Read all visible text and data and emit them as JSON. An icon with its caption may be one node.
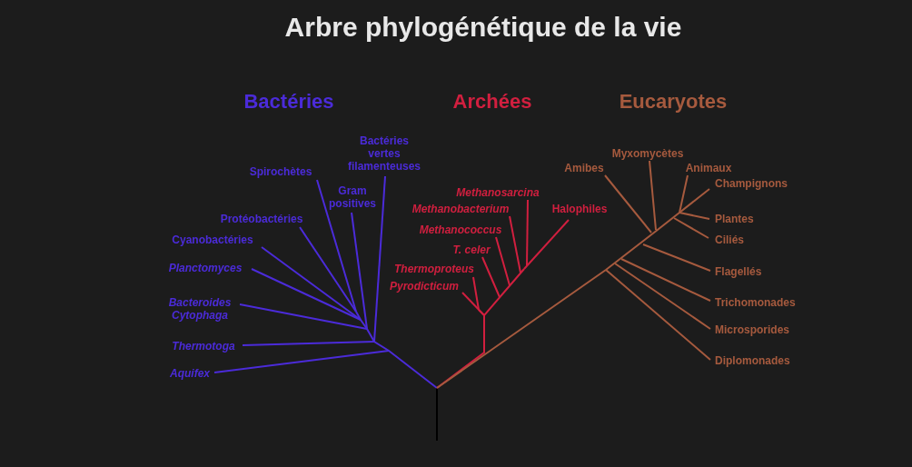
{
  "diagram": {
    "title": "Arbre phylogénétique de la vie",
    "nodes": [
      {
        "text": [
          "Bactéries vertes filamenteuses"
        ]
      },
      {
        "text": [
          "Spirochètes"
        ]
      },
      {
        "text": [
          "Gram positives"
        ]
      },
      {
        "text": [
          "Protéobactéries"
        ]
      },
      {
        "text": [
          "Cyanobactéries"
        ]
      },
      {
        "text": [
          "Planctomyces"
        ]
      },
      {
        "text": [
          "Bacteroides Cytophaga"
        ]
      },
      {
        "text": [
          "Thermotoga"
        ]
      },
      {
        "text": [
          "Aquifex"
        ]
      },
      {
        "text": [
          "Methanosarcina"
        ]
      },
      {
        "text": [
          "Methanobacterium"
        ]
      },
      {
        "text": [
          "Halophiles"
        ]
      },
      {
        "text": [
          "Methanococcus"
        ]
      },
      {
        "text": [
          "T. celer"
        ]
      },
      {
        "text": [
          "Thermoproteus"
        ]
      },
      {
        "text": [
          "Pyrodicticum"
        ]
      },
      {
        "text": [
          "Myxomycètes"
        ]
      },
      {
        "text": [
          "Amibes"
        ]
      },
      {
        "text": [
          "Animaux"
        ]
      },
      {
        "text": [
          "Champignons"
        ]
      },
      {
        "text": [
          "Plantes"
        ]
      },
      {
        "text": [
          "Ciliés"
        ]
      },
      {
        "text": [
          "Flagellés"
        ]
      },
      {
        "text": [
          "Trichomonades"
        ]
      },
      {
        "text": [
          "Microsporides"
        ]
      },
      {
        "text": [
          "Diplomonades"
        ]
      }
    ],
    "edges": [
      {
        "from": null,
        "to": 0,
        "arrow": "none",
        "color": "#4b2bd9"
      },
      {
        "from": null,
        "to": 1,
        "arrow": "none",
        "color": "#4b2bd9"
      },
      {
        "from": null,
        "to": 2,
        "arrow": "none",
        "color": "#4b2bd9"
      },
      {
        "from": null,
        "to": 3,
        "arrow": "none",
        "color": "#4b2bd9"
      },
      {
        "from": null,
        "to": 4,
        "arrow": "none",
        "color": "#4b2bd9"
      },
      {
        "from": null,
        "to": 5,
        "arrow": "none",
        "color": "#4b2bd9"
      },
      {
        "from": null,
        "to": 6,
        "arrow": "none",
        "color": "#4b2bd9"
      },
      {
        "from": null,
        "to": 7,
        "arrow": "none",
        "color": "#4b2bd9"
      },
      {
        "from": null,
        "to": 8,
        "arrow": "none",
        "color": "#4b2bd9"
      },
      {
        "from": null,
        "to": 9,
        "arrow": "none",
        "color": "#d11f3f"
      },
      {
        "from": null,
        "to": 10,
        "arrow": "none",
        "color": "#d11f3f"
      },
      {
        "from": null,
        "to": 11,
        "arrow": "none",
        "color": "#d11f3f"
      },
      {
        "from": null,
        "to": 12,
        "arrow": "none",
        "color": "#d11f3f"
      },
      {
        "from": null,
        "to": 13,
        "arrow": "none",
        "color": "#d11f3f"
      },
      {
        "from": null,
        "to": 14,
        "arrow": "none",
        "color": "#d11f3f"
      },
      {
        "from": null,
        "to": 15,
        "arrow": "none",
        "color": "#d11f3f"
      },
      {
        "from": null,
        "to": 16,
        "arrow": "none"
      },
      {
        "from": null,
        "to": 17,
        "arrow": "none"
      },
      {
        "from": null,
        "to": 18,
        "arrow": "none"
      },
      {
        "from": null,
        "to": 19,
        "arrow": "none"
      },
      {
        "from": null,
        "to": 20,
        "arrow": "none"
      },
      {
        "from": null,
        "to": 21,
        "arrow": "none"
      },
      {
        "from": null,
        "to": 22,
        "arrow": "none"
      },
      {
        "from": null,
        "to": 23,
        "arrow": "none"
      },
      {
        "from": null,
        "to": 24,
        "arrow": "none"
      },
      {
        "from": null,
        "to": 25,
        "arrow": "none"
      }
    ],
    "labels": [
      "Bactéries",
      "Archées",
      "Eucaryotes"
    ]
  }
}
